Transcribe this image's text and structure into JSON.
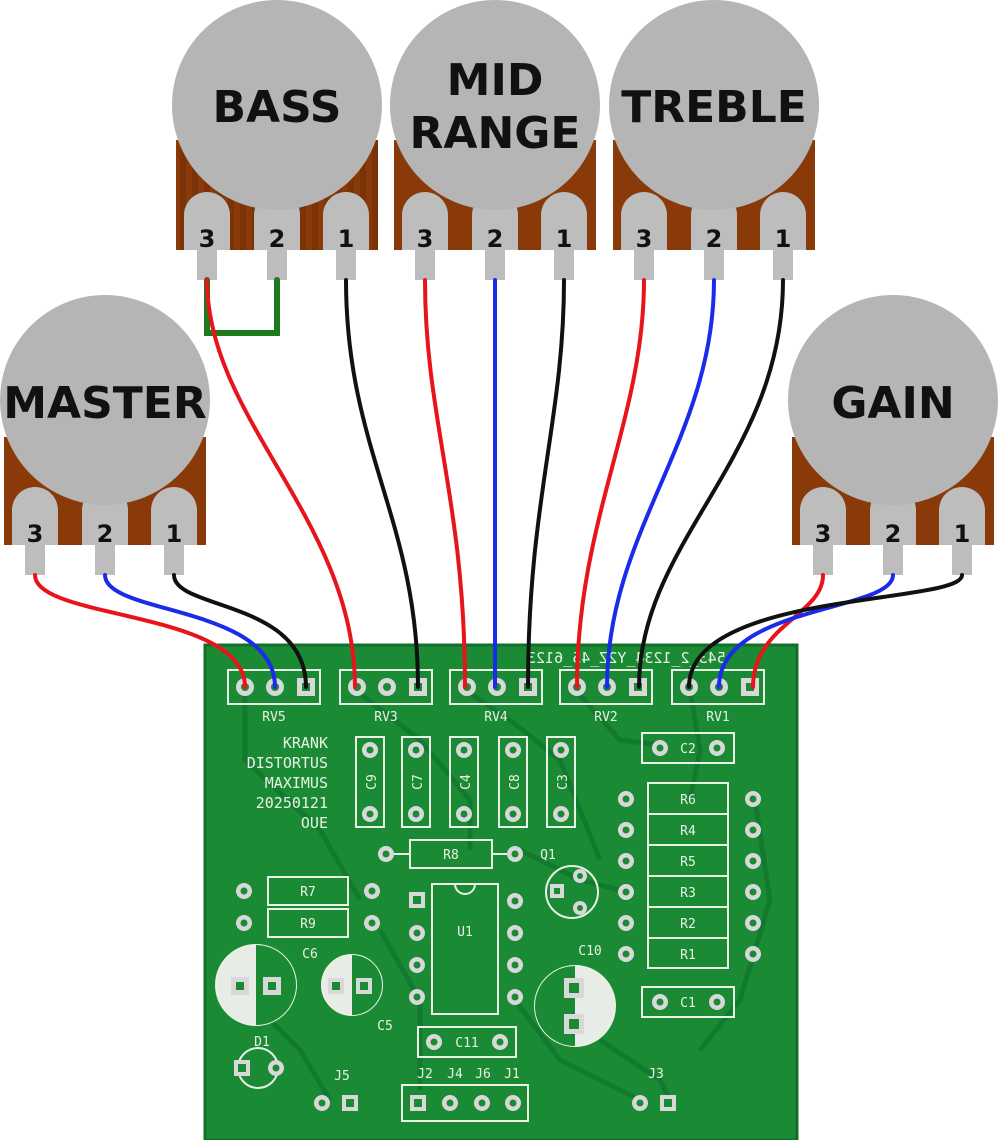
{
  "pots": {
    "bass": {
      "label": "BASS",
      "pins": [
        "3",
        "2",
        "1"
      ]
    },
    "mid": {
      "label_line1": "MID",
      "label_line2": "RANGE",
      "pins": [
        "3",
        "2",
        "1"
      ]
    },
    "treble": {
      "label": "TREBLE",
      "pins": [
        "3",
        "2",
        "1"
      ]
    },
    "master": {
      "label": "MASTER",
      "pins": [
        "3",
        "2",
        "1"
      ]
    },
    "gain": {
      "label": "GAIN",
      "pins": [
        "3",
        "2",
        "1"
      ]
    }
  },
  "board": {
    "header_codes": "543_2_1234_Y2Z_45_6123",
    "connectors": [
      "RV5",
      "RV3",
      "RV4",
      "RV2",
      "RV1"
    ],
    "info_lines": [
      "KRANK",
      "DISTORTUS",
      "MAXIMUS",
      "20250121",
      "OUE"
    ],
    "resistors_left": [
      "R8",
      "R7",
      "R9"
    ],
    "resistors_right": [
      "R6",
      "R4",
      "R5",
      "R3",
      "R2",
      "R1"
    ],
    "caps_vertical": [
      "C9",
      "C7",
      "C4",
      "C8",
      "C3"
    ],
    "caps_other": [
      "C2",
      "C1",
      "C10",
      "C11",
      "C6",
      "C5"
    ],
    "ic": "U1",
    "transistor": "Q1",
    "diode": "D1",
    "jacks": [
      "J5",
      "J2",
      "J4",
      "J6",
      "J1",
      "J3"
    ]
  },
  "colors": {
    "pcb": "#1a8a35",
    "wire_red": "#e8141b",
    "wire_blue": "#1a2bea",
    "wire_black": "#111111",
    "wire_green": "#1f7a1f",
    "knob": "#b5b5b5",
    "pot_body": "#8a3a08"
  }
}
